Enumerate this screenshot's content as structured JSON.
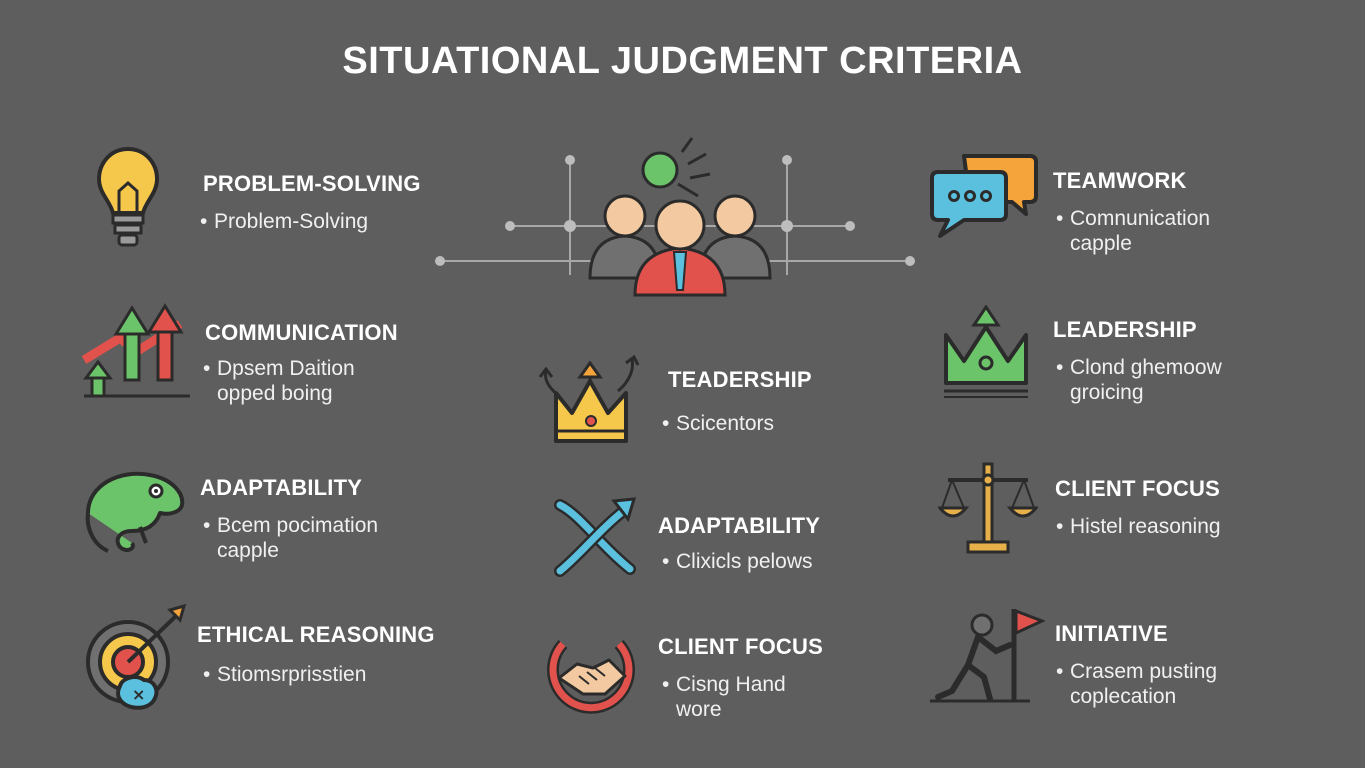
{
  "title": "SITUATIONAL JUDGMENT CRITERIA",
  "left": [
    {
      "heading": "PROBLEM-SOLVING",
      "lines": [
        "Problem-Solving"
      ],
      "icon": "lightbulb-icon"
    },
    {
      "heading": "COMMUNICATION",
      "lines": [
        "Dpsem Daition",
        "opped boing"
      ],
      "icon": "rising-arrows-icon"
    },
    {
      "heading": "ADAPTABILITY",
      "lines": [
        "Bcem pocimation",
        "capple"
      ],
      "icon": "chameleon-icon"
    },
    {
      "heading": "ETHICAL REASONING",
      "lines": [
        "Stiomsrprisstien"
      ],
      "icon": "target-arrow-icon"
    }
  ],
  "middle": [
    {
      "heading": "TEADERSHIP",
      "lines": [
        "Scicentors"
      ],
      "icon": "crown-arrows-icon"
    },
    {
      "heading": "ADAPTABILITY",
      "lines": [
        "Clixicls pelows"
      ],
      "icon": "crossed-arrows-icon"
    },
    {
      "heading": "CLIENT FOCUS",
      "lines": [
        "Cisng Hand",
        "wore"
      ],
      "icon": "handshake-icon"
    }
  ],
  "right": [
    {
      "heading": "TEAMWORK",
      "lines": [
        "Comnunication",
        "capple"
      ],
      "icon": "chat-bubbles-icon"
    },
    {
      "heading": "LEADERSHIP",
      "lines": [
        "Clond ghemoow",
        "groicing"
      ],
      "icon": "crown-icon"
    },
    {
      "heading": "CLIENT FOCUS",
      "lines": [
        "Histel reasoning"
      ],
      "icon": "scales-icon"
    },
    {
      "heading": "INITIATIVE",
      "lines": [
        "Crasem pusting",
        "coplecation"
      ],
      "icon": "person-flag-icon"
    }
  ],
  "colors": {
    "background": "#5e5e5e",
    "yellow": "#f5c84c",
    "red": "#e0524b",
    "green": "#6cc46a",
    "blue": "#5bc0de",
    "orange": "#f5a33b",
    "gold": "#e8b04a"
  }
}
